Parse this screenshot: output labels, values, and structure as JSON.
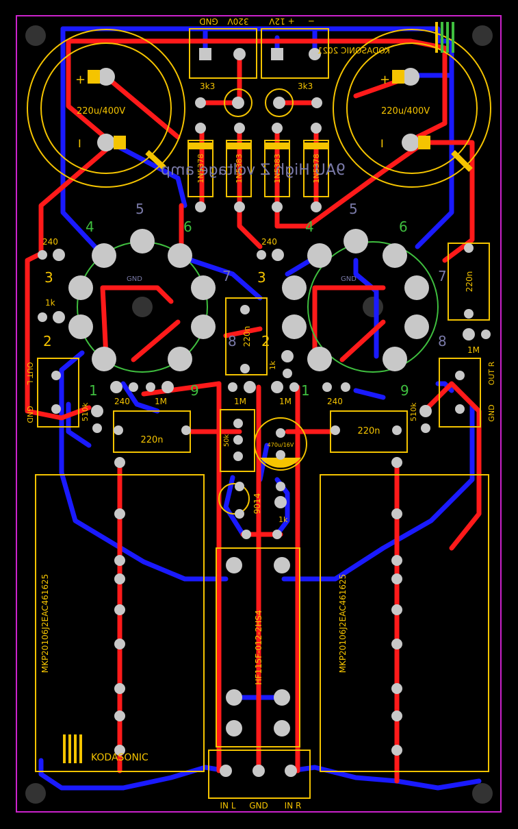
{
  "board": {
    "title_top_mirrored": "KODASONIC 2021",
    "logo_text": "KODASONIC",
    "board_mirror_title": "9AU High Z voltage amp",
    "colors": {
      "background": "#000000",
      "outline": "#cc22cc",
      "top_copper": "#ff1a1a",
      "bottom_copper": "#1a1aff",
      "silkscreen": "#f5c400",
      "tube_circle": "#3fbf3f",
      "pad": "#c8c8c8",
      "hole": "#333333"
    }
  },
  "connectors": {
    "top_left": [
      "GND",
      "320V"
    ],
    "top_right": [
      "+ 12V",
      "−"
    ],
    "out_left": [
      "OUT L",
      "GND"
    ],
    "out_right": [
      "OUT R",
      "GND"
    ],
    "bottom": [
      "IN L",
      "GND",
      "IN R"
    ]
  },
  "components": {
    "cap_left": "220u/400V",
    "cap_right": "220u/400V",
    "cap_plus": "+",
    "cap_minus": "I",
    "res_3k3_left": "3k3",
    "res_3k3_right": "3k3",
    "diodes": [
      "1N5378",
      "1N5383",
      "1N5383",
      "1N5378"
    ],
    "r240": "240",
    "r1k": "1k",
    "r1m": "1M",
    "r510k": "510k",
    "c220n": "220n",
    "pot": "50k",
    "elcap": "470u/16V",
    "transistor": "9014",
    "relay": "HF115F-012-2HS4",
    "film_left": "MKP20106J2EAC461625",
    "film_right": "MKP20106J2EAC461625"
  },
  "tube_pins": {
    "left": [
      "4",
      "5",
      "6",
      "3",
      "7",
      "2",
      "8",
      "1",
      "9"
    ],
    "right": [
      "4",
      "5",
      "6",
      "3",
      "7",
      "2",
      "8",
      "1",
      "9"
    ],
    "gnd_label": "GND"
  }
}
